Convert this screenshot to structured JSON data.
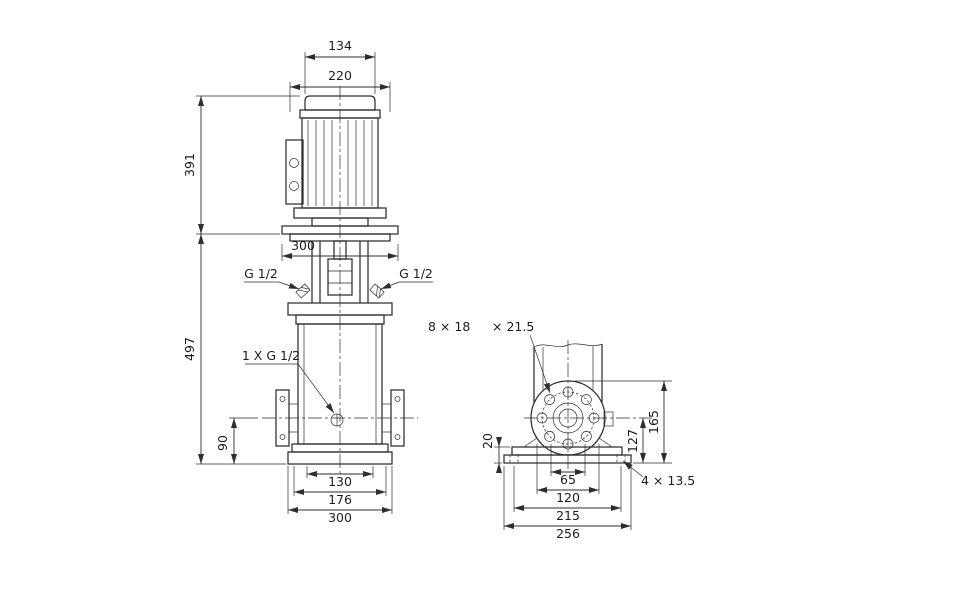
{
  "meta": {
    "background": "#ffffff",
    "line_color": "#2e2e2e"
  },
  "front_view": {
    "dim_motor_top_width": "134",
    "dim_motor_width": "220",
    "dim_motor_height": "391",
    "dim_stool_width": "300",
    "port_left": "G 1/2",
    "port_right": "G 1/2",
    "dim_pump_height": "497",
    "drain_port": "1 X G 1/2",
    "dim_port_height": "90",
    "dim_base_inner": "130",
    "dim_flange_width": "176",
    "dim_base_width": "300"
  },
  "side_view": {
    "flange_holes": "8 × 18",
    "flange_holes_depth": "× 21.5",
    "dim_base_height": "20",
    "dim_port_center": "127",
    "dim_flange_top": "165",
    "dim_hole_span_inner": "65",
    "dim_hole_span": "120",
    "dim_anchor_span": "215",
    "dim_base_length": "256",
    "anchor_holes": "4 × 13.5"
  }
}
